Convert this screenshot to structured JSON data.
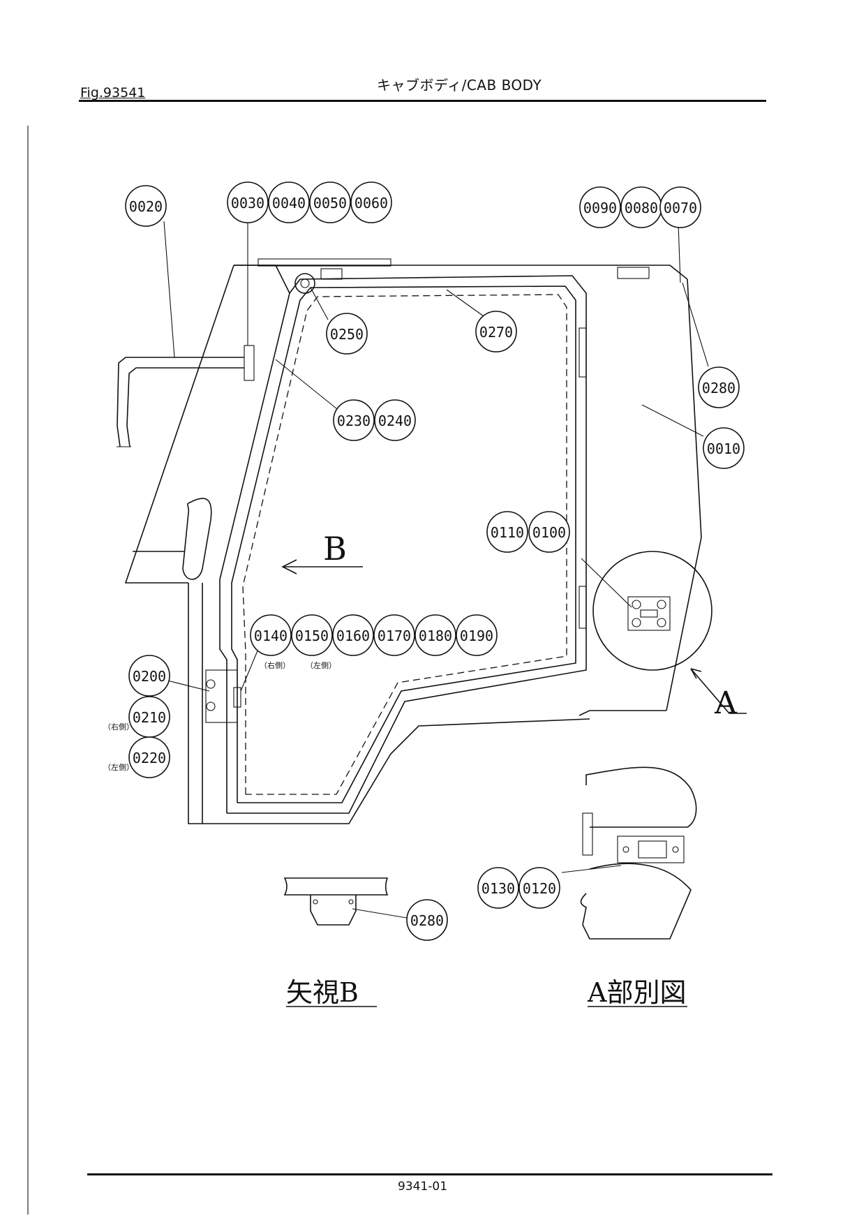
{
  "header": {
    "fig_label": "Fig.93541",
    "title": "キャブボディ/CAB BODY"
  },
  "footer": {
    "page_number": "9341-01"
  },
  "view_marks": {
    "arrow_b": "B",
    "detail_a": "A"
  },
  "side_notes": {
    "right_side": "（右側）",
    "left_side": "（左側）"
  },
  "captions": {
    "view_b": "矢視B",
    "detail_a": "A部別図"
  },
  "callouts": [
    {
      "id": "c0020",
      "label": "0020"
    },
    {
      "id": "c0030",
      "label": "0030"
    },
    {
      "id": "c0040",
      "label": "0040"
    },
    {
      "id": "c0050",
      "label": "0050"
    },
    {
      "id": "c0060",
      "label": "0060"
    },
    {
      "id": "c0090",
      "label": "0090"
    },
    {
      "id": "c0080",
      "label": "0080"
    },
    {
      "id": "c0070",
      "label": "0070"
    },
    {
      "id": "c0250",
      "label": "0250"
    },
    {
      "id": "c0270",
      "label": "0270"
    },
    {
      "id": "c0280a",
      "label": "0280"
    },
    {
      "id": "c0230",
      "label": "0230"
    },
    {
      "id": "c0240",
      "label": "0240"
    },
    {
      "id": "c0010",
      "label": "0010"
    },
    {
      "id": "c0110",
      "label": "0110"
    },
    {
      "id": "c0100",
      "label": "0100"
    },
    {
      "id": "c0140",
      "label": "0140"
    },
    {
      "id": "c0150",
      "label": "0150"
    },
    {
      "id": "c0160",
      "label": "0160"
    },
    {
      "id": "c0170",
      "label": "0170"
    },
    {
      "id": "c0180",
      "label": "0180"
    },
    {
      "id": "c0190",
      "label": "0190"
    },
    {
      "id": "c0200",
      "label": "0200"
    },
    {
      "id": "c0210",
      "label": "0210"
    },
    {
      "id": "c0220",
      "label": "0220"
    },
    {
      "id": "c0280b",
      "label": "0280"
    },
    {
      "id": "c0130",
      "label": "0130"
    },
    {
      "id": "c0120",
      "label": "0120"
    }
  ]
}
